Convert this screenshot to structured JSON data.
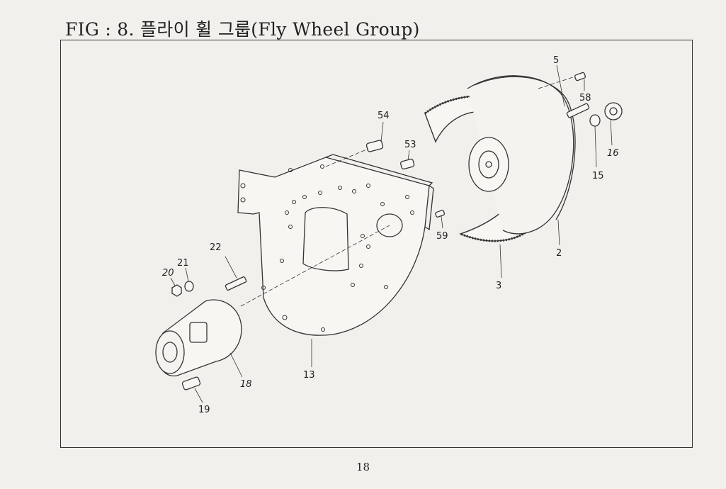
{
  "page": {
    "title": "FIG : 8. 플라이 휠 그룹(Fly Wheel Group)",
    "page_number": "18"
  },
  "diagram": {
    "part_labels": {
      "p5": "5",
      "p58": "58",
      "p54": "54",
      "p53": "53",
      "p16": "16",
      "p15": "15",
      "p59": "59",
      "p2": "2",
      "p3": "3",
      "p22": "22",
      "p21": "21",
      "p20": "20",
      "p18": "18",
      "p13": "13",
      "p19": "19"
    }
  }
}
